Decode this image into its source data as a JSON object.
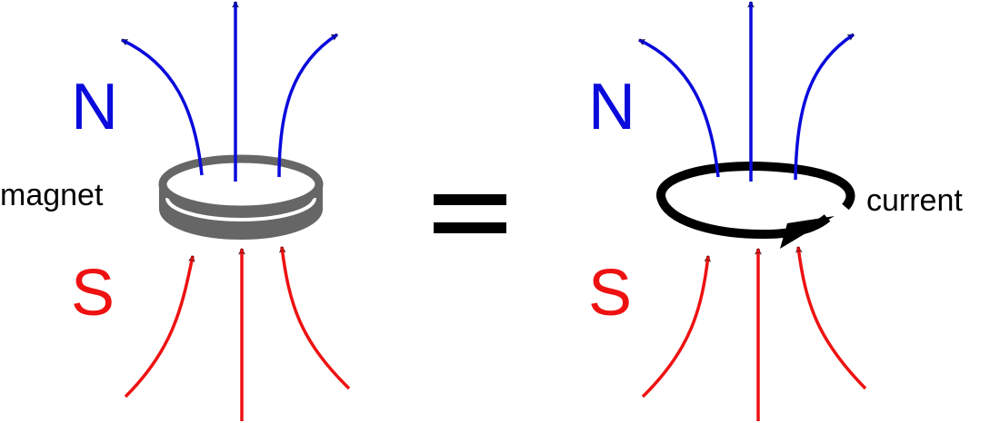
{
  "colors": {
    "north": "#0a0adc",
    "south": "#ee1111",
    "magnet": "#666666",
    "loop": "#000000",
    "equals": "#000000"
  },
  "left": {
    "north_label": "N",
    "south_label": "S",
    "object_label": "magnet"
  },
  "right": {
    "north_label": "N",
    "south_label": "S",
    "object_label": "current"
  }
}
